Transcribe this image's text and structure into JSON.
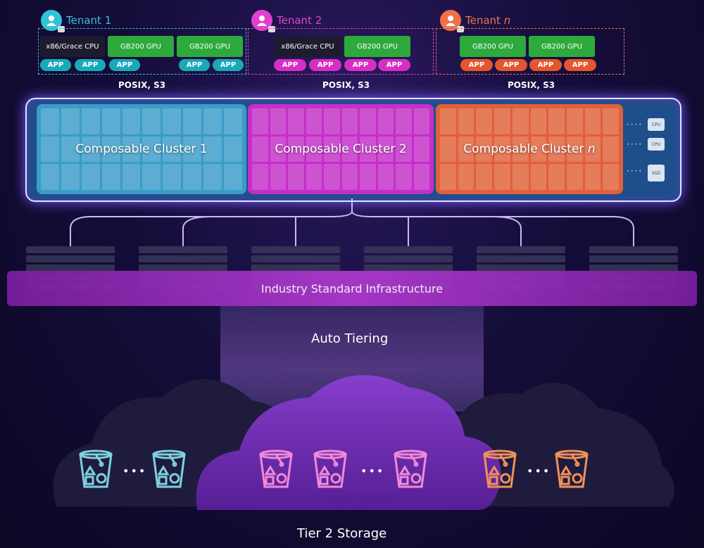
{
  "tenants": [
    {
      "name": "Tenant 1",
      "color": "#2ec4d6",
      "chips": [
        "x86/Grace CPU",
        "GB200 GPU",
        "GB200 GPU"
      ],
      "apps": [
        "APP",
        "APP",
        "APP",
        "APP",
        "APP"
      ]
    },
    {
      "name": "Tenant 2",
      "color": "#e23fd0",
      "chips": [
        "x86/Grace CPU",
        "GB200 GPU"
      ],
      "apps": [
        "APP",
        "APP",
        "APP",
        "APP"
      ]
    },
    {
      "name": "Tenant ",
      "name_suffix": "n",
      "color": "#f0704a",
      "chips": [
        "GB200 GPU",
        "GB200 GPU"
      ],
      "apps": [
        "APP",
        "APP",
        "APP",
        "APP"
      ]
    }
  ],
  "protocols": [
    "POSIX, S3",
    "POSIX, S3",
    "POSIX, S3"
  ],
  "clusters": [
    {
      "label": "Composable Cluster 1",
      "color": "#3a9cc8"
    },
    {
      "label": "Composable Cluster 2",
      "color": "#c42fc8"
    },
    {
      "label": "Composable Cluster ",
      "suffix": "n",
      "color": "#e0603a"
    }
  ],
  "side_nodes": [
    "CPU",
    "CPU",
    "SSD"
  ],
  "infrastructure": {
    "label": "Industry Standard Infrastructure"
  },
  "tiering": {
    "label": "Auto Tiering"
  },
  "storage": {
    "label": "Tier 2 Storage"
  },
  "colors": {
    "tenant1": "#2ec4d6",
    "tenant2": "#e23fd0",
    "tenantn": "#f0704a",
    "frame": "#dfe4ff"
  }
}
